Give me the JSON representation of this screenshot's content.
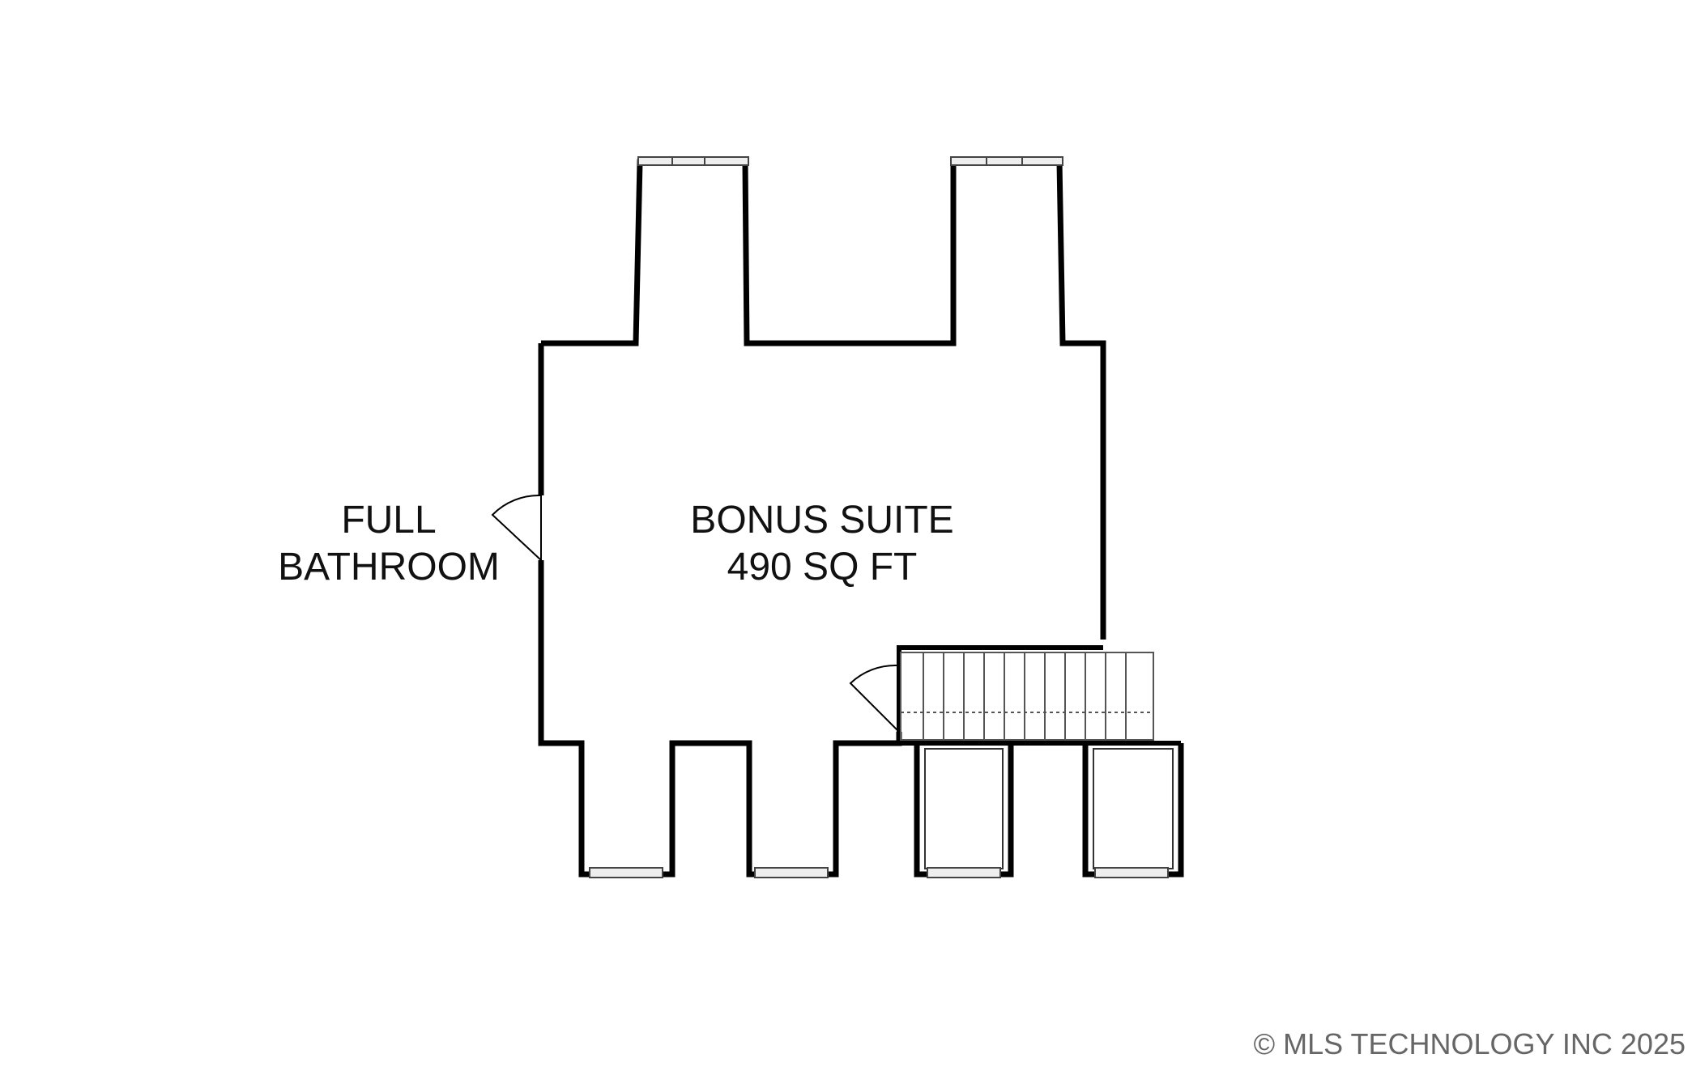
{
  "rooms": {
    "bathroom": {
      "line1": "FULL",
      "line2": "BATHROOM"
    },
    "bonus_suite": {
      "line1": "BONUS SUITE",
      "line2": "490 SQ FT"
    }
  },
  "copyright": "© MLS TECHNOLOGY INC 2025",
  "colors": {
    "wall": "#000000",
    "detail": "#555555",
    "background": "#ffffff",
    "text": "#111111",
    "copyright": "#666666"
  }
}
